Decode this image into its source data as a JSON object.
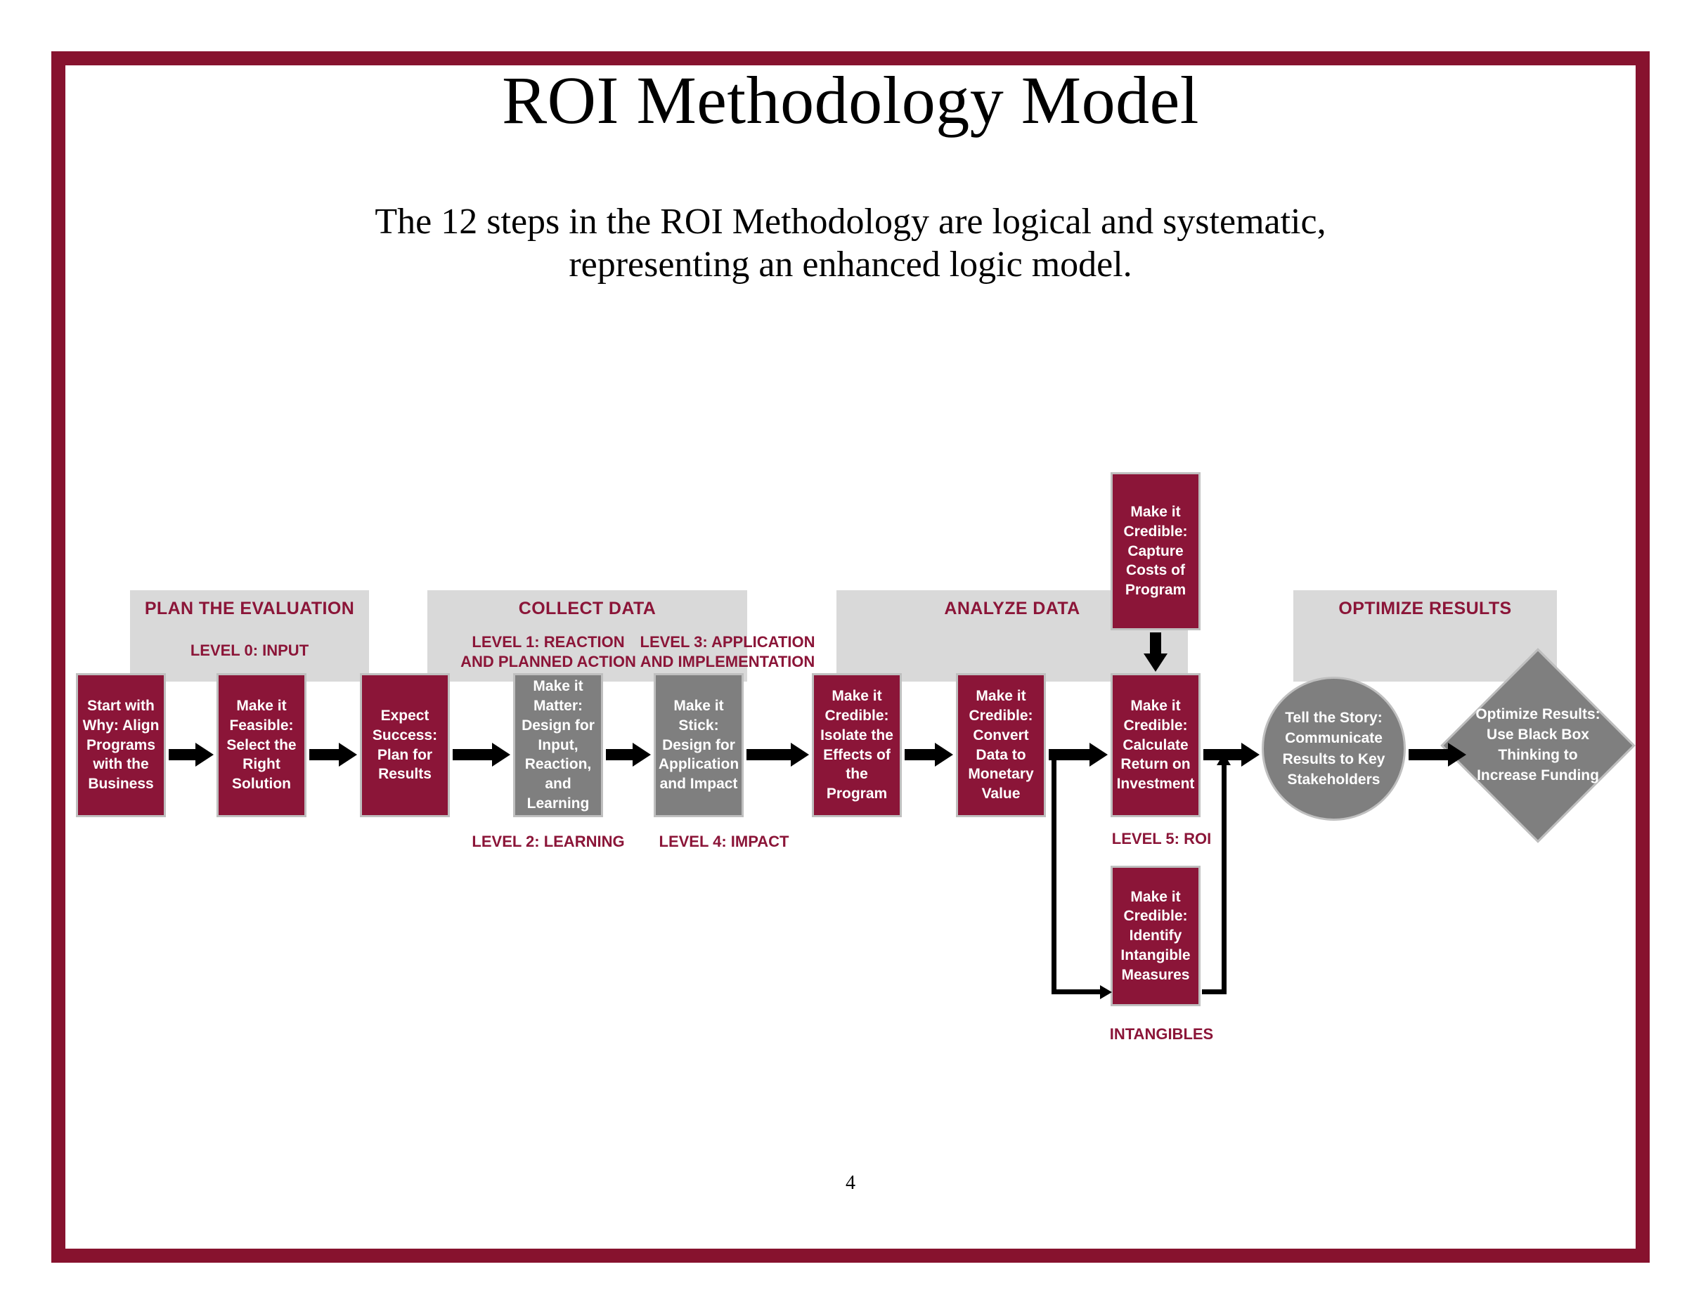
{
  "page": {
    "title": "ROI Methodology Model",
    "subtitle": "The 12 steps in the ROI Methodology are logical and systematic, representing an enhanced logic model.",
    "page_number": "4",
    "frame_color": "#87122E"
  },
  "colors": {
    "accent": "#8B1538",
    "red_box": "#8B1538",
    "gray_box": "#7F7F7F",
    "band": "#D9D9D9",
    "box_border": "#BFBFBF",
    "arrow": "#000000",
    "text_on_box": "#FFFFFF"
  },
  "bands": [
    {
      "id": "plan",
      "title": "PLAN THE EVALUATION"
    },
    {
      "id": "collect",
      "title": "COLLECT DATA"
    },
    {
      "id": "analyze",
      "title": "ANALYZE DATA"
    },
    {
      "id": "optimize",
      "title": "OPTIMIZE RESULTS"
    }
  ],
  "level_labels": [
    {
      "id": "level0",
      "text": "LEVEL 0: INPUT"
    },
    {
      "id": "level1",
      "text": "LEVEL 1: REACTION AND PLANNED ACTION"
    },
    {
      "id": "level3",
      "text": "LEVEL 3: APPLICATION AND IMPLEMENTATION"
    },
    {
      "id": "level2",
      "text": "LEVEL 2: LEARNING"
    },
    {
      "id": "level4",
      "text": "LEVEL 4: IMPACT"
    },
    {
      "id": "level5",
      "text": "LEVEL 5: ROI"
    },
    {
      "id": "intangibles",
      "text": "INTANGIBLES"
    }
  ],
  "steps": [
    {
      "id": "step1",
      "shape": "rect",
      "color": "red",
      "text": "Start with Why: Align Programs with the Business"
    },
    {
      "id": "step2",
      "shape": "rect",
      "color": "red",
      "text": "Make it Feasible: Select the Right Solution"
    },
    {
      "id": "step3",
      "shape": "rect",
      "color": "red",
      "text": "Expect Success: Plan for Results"
    },
    {
      "id": "step4",
      "shape": "rect",
      "color": "gray",
      "text": "Make it Matter: Design for Input, Reaction, and Learning"
    },
    {
      "id": "step5",
      "shape": "rect",
      "color": "gray",
      "text": "Make it Stick: Design for Application and Impact"
    },
    {
      "id": "step6",
      "shape": "rect",
      "color": "red",
      "text": "Make it Credible: Isolate the Effects of the Program"
    },
    {
      "id": "step7",
      "shape": "rect",
      "color": "red",
      "text": "Make it Credible: Convert Data to Monetary Value"
    },
    {
      "id": "step8",
      "shape": "rect",
      "color": "red",
      "text": "Make it Credible: Capture Costs of Program"
    },
    {
      "id": "step9",
      "shape": "rect",
      "color": "red",
      "text": "Make it Credible: Calculate Return on Investment"
    },
    {
      "id": "step10",
      "shape": "rect",
      "color": "red",
      "text": "Make it Credible: Identify Intangible Measures"
    },
    {
      "id": "step11",
      "shape": "circle",
      "color": "gray",
      "text": "Tell the Story: Communicate Results to Key Stakeholders"
    },
    {
      "id": "step12",
      "shape": "diamond",
      "color": "gray",
      "text": "Optimize Results: Use Black Box Thinking to Increase Funding"
    }
  ]
}
